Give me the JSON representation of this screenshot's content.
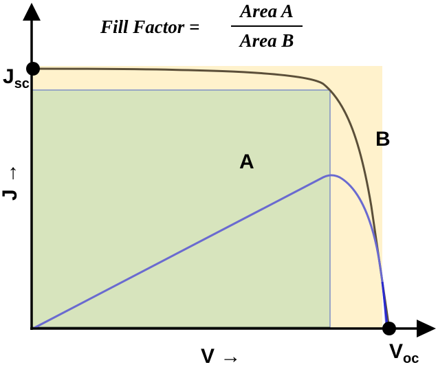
{
  "formula": {
    "lhs": "Fill Factor =",
    "numerator": "Area A",
    "denominator": "Area B"
  },
  "labels": {
    "jsc_main": "J",
    "jsc_sub": "sc",
    "voc_main": "V",
    "voc_sub": "oc",
    "j_axis": "J →",
    "v_axis": "V →",
    "area_a": "A",
    "area_b": "B"
  },
  "colors": {
    "area_b_fill": "#fff2cc",
    "area_a_fill": "#d7e4bd",
    "area_a_border": "#7f8fc6",
    "jv_curve": "#5b4f39",
    "power_curve": "#6a6ad0",
    "power_curve_tail": "#2a2ad0",
    "axis": "#000000",
    "point": "#000000"
  }
}
